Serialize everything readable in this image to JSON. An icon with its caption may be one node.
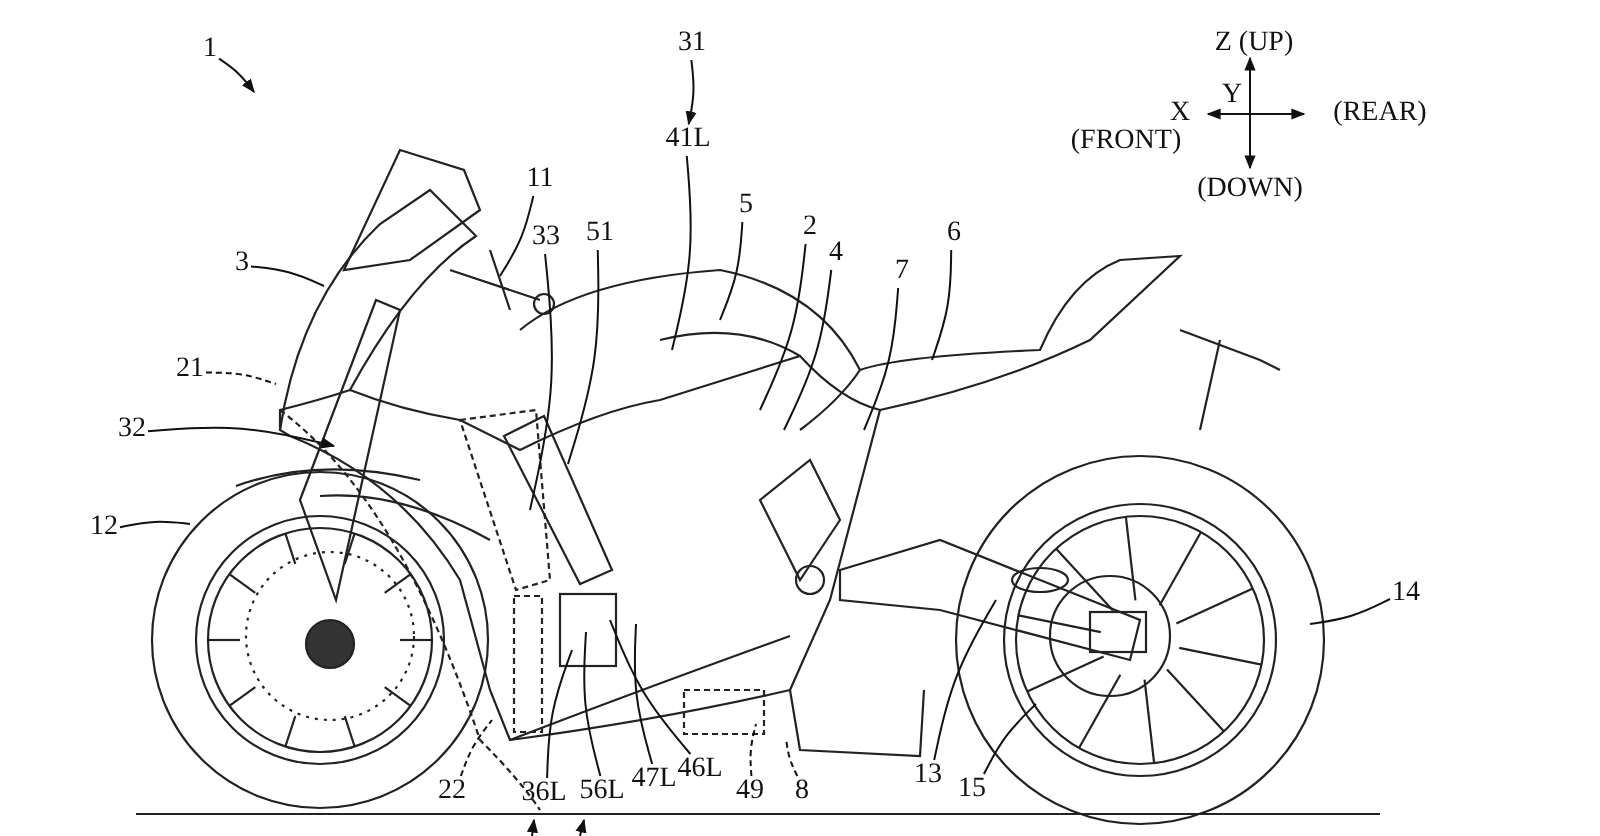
{
  "diagram": {
    "nodes": [
      {
        "text": [
          "1"
        ]
      },
      {
        "text": [
          "31"
        ]
      },
      {
        "text": [
          "41L"
        ]
      },
      {
        "text": [
          "5"
        ]
      },
      {
        "text": [
          "2"
        ]
      },
      {
        "text": [
          "4"
        ]
      },
      {
        "text": [
          "6"
        ]
      },
      {
        "text": [
          "7"
        ]
      },
      {
        "text": [
          "11"
        ]
      },
      {
        "text": [
          "33"
        ]
      },
      {
        "text": [
          "51"
        ]
      },
      {
        "text": [
          "3"
        ]
      },
      {
        "text": [
          "21"
        ]
      },
      {
        "text": [
          "32"
        ]
      },
      {
        "text": [
          "12"
        ]
      },
      {
        "text": [
          "14"
        ]
      },
      {
        "text": [
          "13"
        ]
      },
      {
        "text": [
          "15"
        ]
      },
      {
        "text": [
          "22"
        ]
      },
      {
        "text": [
          "36L"
        ]
      },
      {
        "text": [
          "56L"
        ]
      },
      {
        "text": [
          "47L"
        ]
      },
      {
        "text": [
          "46L"
        ]
      },
      {
        "text": [
          "49"
        ]
      },
      {
        "text": [
          "8"
        ]
      }
    ],
    "edges": [
      {
        "from": 0,
        "to": null,
        "arrow": "to"
      },
      {
        "from": 1,
        "to": 2,
        "arrow": "to"
      },
      {
        "from": 2,
        "to": null,
        "arrow": "none"
      },
      {
        "from": 3,
        "to": null,
        "arrow": "none"
      },
      {
        "from": 4,
        "to": null,
        "arrow": "none"
      },
      {
        "from": 5,
        "to": null,
        "arrow": "none"
      },
      {
        "from": 6,
        "to": null,
        "arrow": "none"
      },
      {
        "from": 7,
        "to": null,
        "arrow": "none"
      },
      {
        "from": 8,
        "to": null,
        "arrow": "none"
      },
      {
        "from": 9,
        "to": null,
        "arrow": "none"
      },
      {
        "from": 10,
        "to": null,
        "arrow": "none"
      },
      {
        "from": 11,
        "to": null,
        "arrow": "none"
      },
      {
        "from": 12,
        "to": null,
        "arrow": "none",
        "style": "dashed"
      },
      {
        "from": 13,
        "to": null,
        "arrow": "to"
      },
      {
        "from": 14,
        "to": null,
        "arrow": "none"
      },
      {
        "from": 15,
        "to": null,
        "arrow": "none"
      },
      {
        "from": 16,
        "to": null,
        "arrow": "none"
      },
      {
        "from": 17,
        "to": null,
        "arrow": "none"
      },
      {
        "from": 18,
        "to": null,
        "arrow": "none",
        "style": "dashed"
      },
      {
        "from": 19,
        "to": null,
        "arrow": "none"
      },
      {
        "from": 20,
        "to": null,
        "arrow": "none"
      },
      {
        "from": 21,
        "to": null,
        "arrow": "none"
      },
      {
        "from": 22,
        "to": null,
        "arrow": "none"
      },
      {
        "from": 23,
        "to": null,
        "arrow": "none",
        "style": "dashed"
      },
      {
        "from": 24,
        "to": null,
        "arrow": "none",
        "style": "dashed"
      }
    ],
    "labels": [
      "Z (UP)",
      "Y",
      "X",
      "(REAR)",
      "(FRONT)",
      "(DOWN)"
    ]
  }
}
